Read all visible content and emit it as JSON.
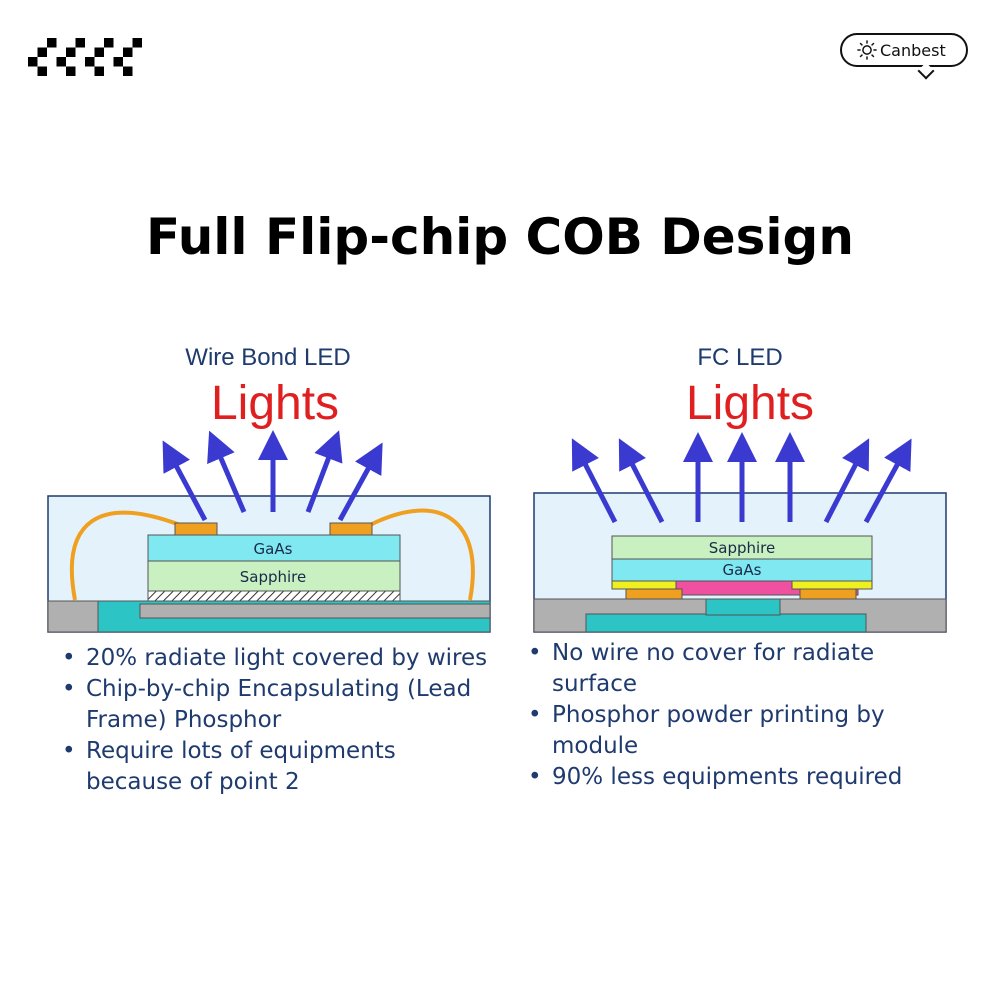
{
  "title": "Full Flip-chip COB Design",
  "logo": {
    "text": "Canbest",
    "icon": "sun-icon"
  },
  "left_panel": {
    "label": "Wire Bond LED",
    "lights": "Lights",
    "layers": {
      "top": "GaAs",
      "bottom": "Sapphire"
    },
    "bullets": [
      "20% radiate light covered by wires",
      "Chip-by-chip Encapsulating (Lead Frame) Phosphor",
      "Require lots of equipments because of point 2"
    ]
  },
  "right_panel": {
    "label": "FC LED",
    "lights": "Lights",
    "layers": {
      "top": "Sapphire",
      "bottom": "GaAs"
    },
    "bullets": [
      "No wire no cover for radiate surface",
      "Phosphor powder printing by module",
      "90% less equipments required"
    ]
  },
  "colors": {
    "title": "#000000",
    "label": "#1e3a6e",
    "lights": "#e02020",
    "arrow": "#3a3ad0",
    "gaas": "#7fe8f0",
    "sapphire": "#c8f0c0",
    "pad": "#f0a020",
    "substrate": "#2cc4c4",
    "frame": "#b0b0b0",
    "wire": "#f0a020"
  }
}
